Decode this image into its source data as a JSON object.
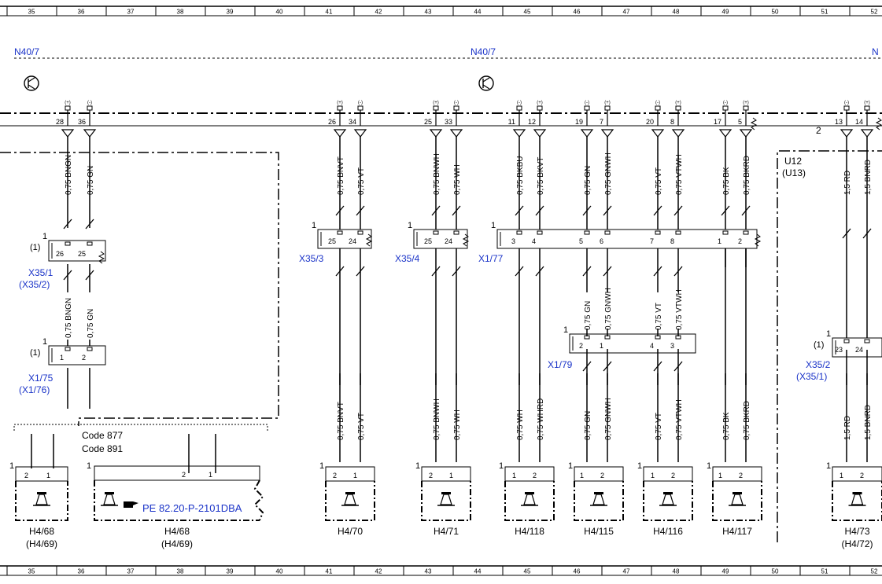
{
  "ruler": {
    "top": [
      "35",
      "36",
      "37",
      "38",
      "39",
      "40",
      "41",
      "42",
      "43",
      "44",
      "45",
      "46",
      "47",
      "48",
      "49",
      "50",
      "51",
      "52"
    ],
    "bottom": [
      "35",
      "36",
      "37",
      "38",
      "39",
      "40",
      "41",
      "42",
      "43",
      "44",
      "45",
      "46",
      "47",
      "48",
      "49",
      "50",
      "51",
      "52"
    ]
  },
  "modules": [
    {
      "label": "N40/7"
    },
    {
      "label": "N40/7"
    },
    {
      "label": "N"
    }
  ],
  "pins": [
    {
      "num": "28",
      "type": "(+)"
    },
    {
      "num": "36",
      "type": "(-)"
    },
    {
      "num": "26",
      "type": "(+)"
    },
    {
      "num": "34",
      "type": "(-)"
    },
    {
      "num": "25",
      "type": "(+)"
    },
    {
      "num": "33",
      "type": "(-)"
    },
    {
      "num": "11",
      "type": "(-)"
    },
    {
      "num": "12",
      "type": "(+)"
    },
    {
      "num": "19",
      "type": "(-)"
    },
    {
      "num": "7",
      "type": "(+)"
    },
    {
      "num": "20",
      "type": "(-)"
    },
    {
      "num": "8",
      "type": "(+)"
    },
    {
      "num": "17",
      "type": "(-)"
    },
    {
      "num": "5",
      "type": "(+)"
    },
    {
      "num": "13",
      "type": "(-)"
    },
    {
      "num": "14",
      "type": "(+)"
    }
  ],
  "u12_pin2": "2",
  "u12": {
    "name": "U12",
    "alt": "(U13)"
  },
  "wires": {
    "upper": [
      "0,75 BNGN",
      "0,75 GN",
      "0,75 BNVT",
      "0,75 VT",
      "0,75 BNWH",
      "0,75 WH",
      "0,75 BKBU",
      "0,75 BKVT",
      "0,75 GN",
      "0,75 GNWH",
      "0,75 VT",
      "0,75 VTWH",
      "0,75 BK",
      "0,75 BKRD",
      "1,5 RD",
      "1,5 BNRD"
    ],
    "mid": [
      "0,75 BNGN",
      "0,75 GN",
      "0,75 GN",
      "0,75 GNWH",
      "0,75 VT",
      "0,75 VTWH"
    ],
    "lower": [
      "0,75 BNVT",
      "0,75 VT",
      "0,75 BNWH",
      "0,75 WH",
      "0,75 WH",
      "0,75 WHRD",
      "0,75 GN",
      "0,75 GNWH",
      "0,75 VT",
      "0,75 VTWH",
      "0,75 BK",
      "0,75 BKRD",
      "1,5 RD",
      "1,5 BNRD"
    ]
  },
  "connectors": [
    {
      "name": "X35/1",
      "alt": "(X35/2)",
      "pin_one": "1",
      "alt_one": "(1)",
      "pins": [
        "26",
        "25"
      ]
    },
    {
      "name": "X1/75",
      "alt": "(X1/76)",
      "pin_one": "1",
      "alt_one": "(1)",
      "pins": [
        "1",
        "2"
      ]
    },
    {
      "name": "X35/3",
      "pin_one": "1",
      "pins": [
        "25",
        "24"
      ]
    },
    {
      "name": "X35/4",
      "pin_one": "1",
      "pins": [
        "25",
        "24"
      ]
    },
    {
      "name": "X1/77",
      "pin_one": "1",
      "pins": [
        "3",
        "4",
        "5",
        "6",
        "7",
        "8",
        "1",
        "2"
      ]
    },
    {
      "name": "X1/79",
      "pin_one": "1",
      "pins": [
        "2",
        "1",
        "4",
        "3"
      ]
    },
    {
      "name": "X35/2",
      "alt": "(X35/1)",
      "pin_one": "1",
      "alt_one": "(1)",
      "pins": [
        "23",
        "24"
      ]
    }
  ],
  "codes": [
    "Code 877",
    "Code 891"
  ],
  "reference": "PE 82.20-P-2101DBA",
  "speakers": [
    {
      "label": "H4/68",
      "alt": "(H4/69)",
      "pins": [
        "2",
        "1"
      ],
      "pin_one": "1"
    },
    {
      "label": "H4/68",
      "alt": "(H4/69)",
      "pins": [
        "2",
        "1"
      ],
      "pin_one": "1"
    },
    {
      "label": "H4/70",
      "pins": [
        "2",
        "1"
      ],
      "pin_one": "1"
    },
    {
      "label": "H4/71",
      "pins": [
        "2",
        "1"
      ],
      "pin_one": "1"
    },
    {
      "label": "H4/118",
      "pins": [
        "1",
        "2"
      ],
      "pin_one": "1"
    },
    {
      "label": "H4/115",
      "pins": [
        "1",
        "2"
      ],
      "pin_one": "1"
    },
    {
      "label": "H4/116",
      "pins": [
        "1",
        "2"
      ],
      "pin_one": "1"
    },
    {
      "label": "H4/117",
      "pins": [
        "1",
        "2"
      ],
      "pin_one": "1"
    },
    {
      "label": "H4/73",
      "alt": "(H4/72)",
      "pins": [
        "1",
        "2"
      ],
      "pin_one": "1"
    }
  ],
  "colors": {
    "text": "#000000",
    "reference_blue": "#1a33c8",
    "background": "#ffffff"
  },
  "icons": [
    "transistor-symbol-icon",
    "speaker-icon",
    "reference-hand-icon",
    "ground-arrow-icon",
    "shield-resistor-icon"
  ]
}
